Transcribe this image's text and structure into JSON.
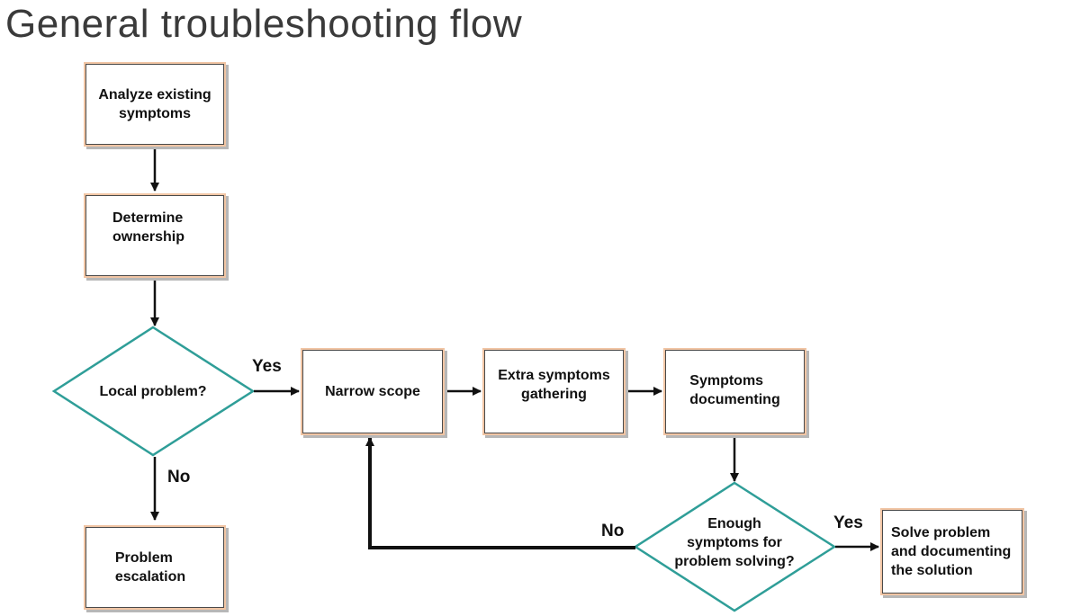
{
  "title": "General troubleshooting flow",
  "nodes": {
    "analyze": "Analyze existing\nsymptoms",
    "ownership": "Determine\nownership",
    "local": "Local problem?",
    "escalation": "Problem\nescalation",
    "narrow": "Narrow scope",
    "extra": "Extra symptoms\ngathering",
    "documenting": "Symptoms\ndocumenting",
    "enough": "Enough\nsymptoms for\nproblem solving?",
    "solve": "Solve problem\nand documenting\nthe solution"
  },
  "edges": {
    "local_yes": "Yes",
    "local_no": "No",
    "enough_yes": "Yes",
    "enough_no": "No"
  },
  "colors": {
    "box_border": "#f1c5a4",
    "diamond_border": "#2f9e98",
    "arrow": "#111111"
  }
}
